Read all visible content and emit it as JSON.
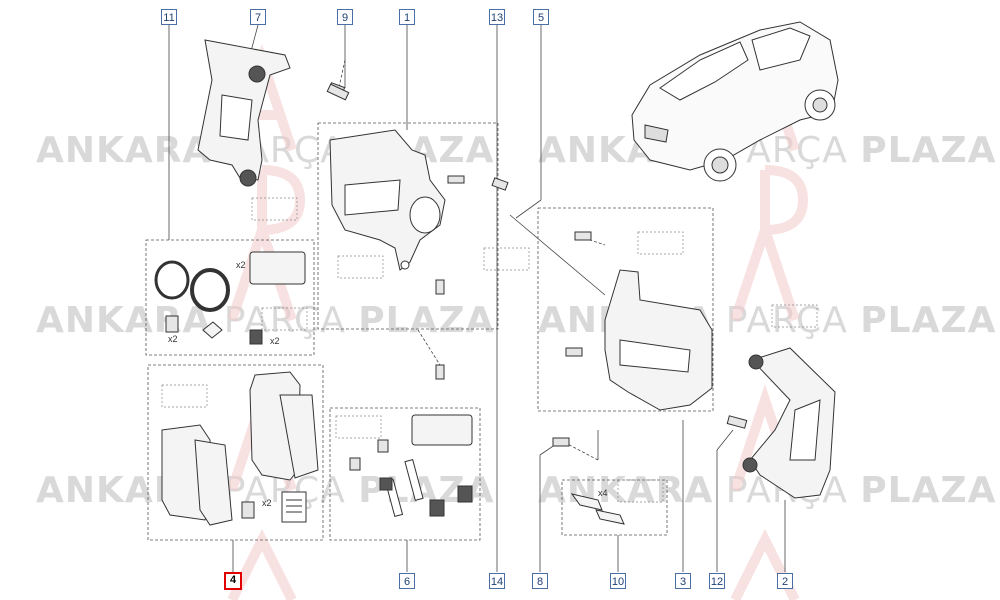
{
  "watermark": {
    "brand_bold": "ANKARA",
    "brand_thin": "PARÇA",
    "brand_end": "PLAZA",
    "color": "#d9d9d9",
    "logo_color": "#f3c9c9"
  },
  "callouts": {
    "c1": "1",
    "c2": "2",
    "c3": "3",
    "c4": "4",
    "c5": "5",
    "c6": "6",
    "c7": "7",
    "c8": "8",
    "c9": "9",
    "c10": "10",
    "c11": "11",
    "c12": "12",
    "c13": "13",
    "c14": "14",
    "highlight": "4",
    "highlight_color": "#e00000",
    "label_color": "#4a6fa5"
  },
  "quantities": {
    "q_seal_x2": "x2",
    "q_bolt_x2": "x2",
    "q_bush_x2": "x2",
    "q_pad_x2": "x2",
    "q_clip_x4": "x4"
  }
}
